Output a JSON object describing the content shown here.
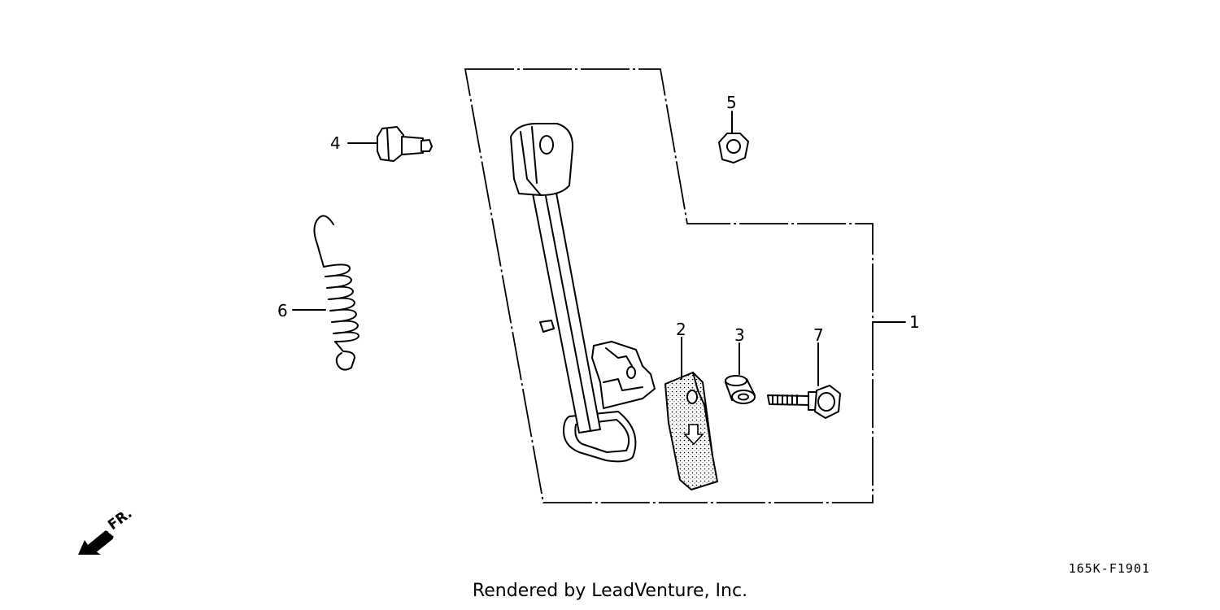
{
  "diagram": {
    "callouts": {
      "p1": "1",
      "p2": "2",
      "p3": "3",
      "p4": "4",
      "p5": "5",
      "p6": "6",
      "p7": "7"
    },
    "front_label": "FR.",
    "code": "165K-F1901"
  },
  "footer": {
    "credit": "Rendered by LeadVenture, Inc."
  }
}
